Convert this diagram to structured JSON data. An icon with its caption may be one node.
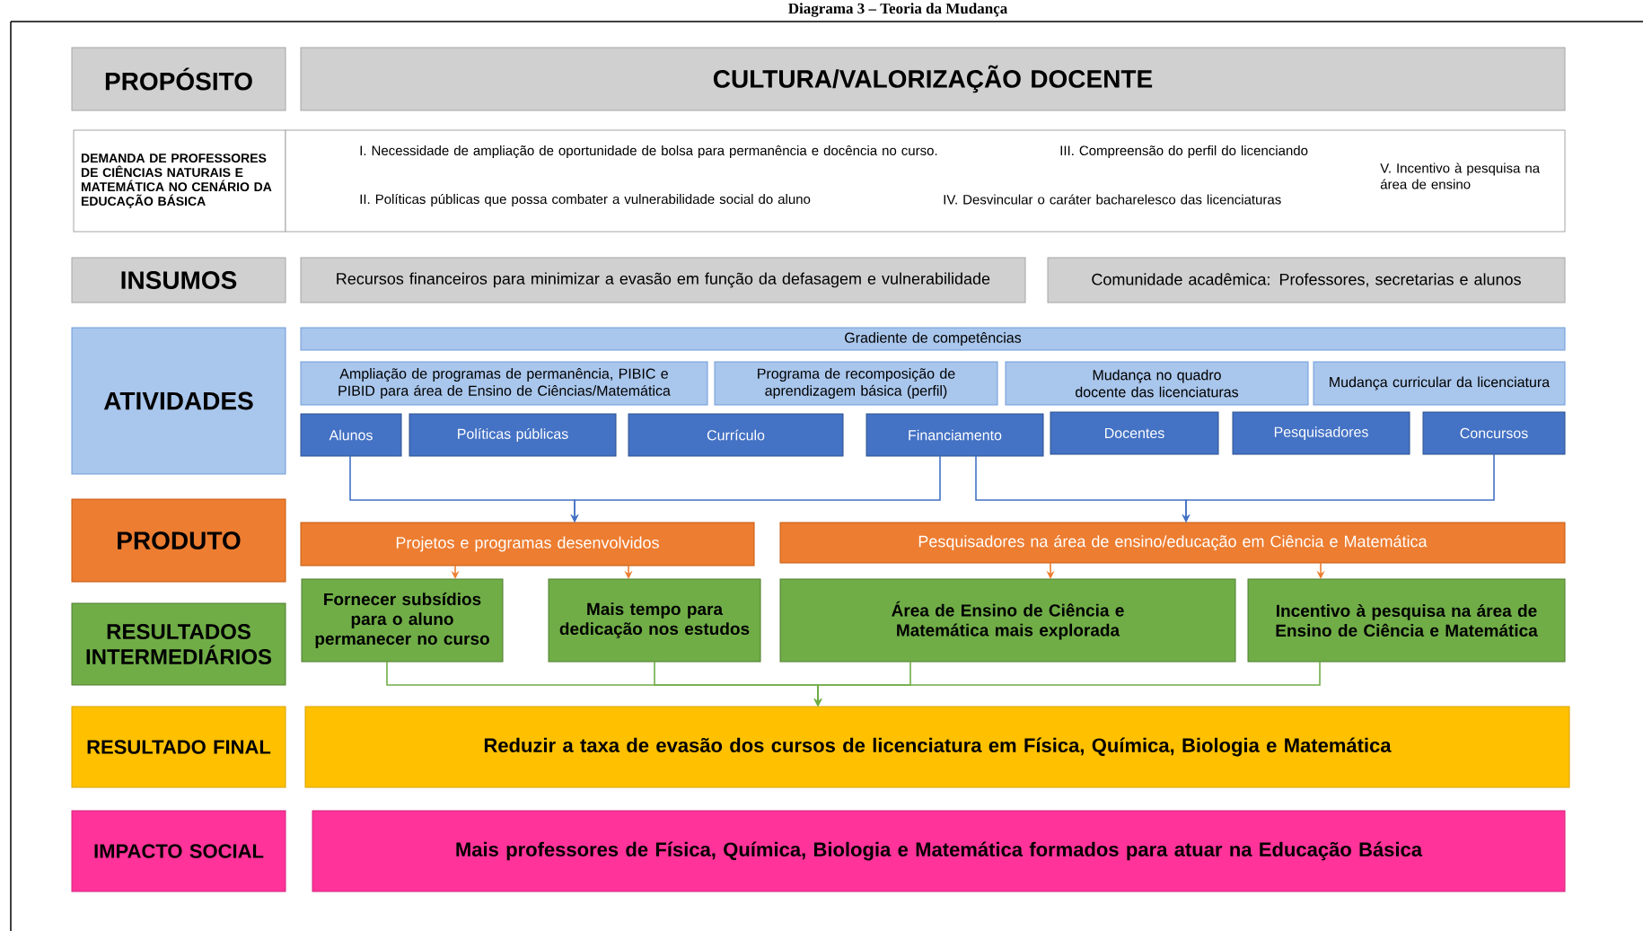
{
  "diagram": {
    "title": "Diagrama 3 – Teoria da Mudança",
    "nodes": [
      {
        "text": [
          "PROPÓSITO"
        ]
      },
      {
        "text": [
          "CULTURA/VALORIZAÇÃO DOCENTE"
        ]
      },
      {
        "text": [
          "DEMANDA DE PROFESSORES DE CIÊNCIAS NATURAIS E MATEMÁTICA NO CENÁRIO DA EDUCAÇÃO BÁSICA"
        ]
      },
      {
        "text": [
          "I. Necessidade de ampliação de oportunidade de bolsa para permanência e docência no curso.",
          "II. Políticas públicas que possa combater a vulnerabilidade social do aluno",
          "III. Compreensão do perfil do licenciando",
          "IV. Desvincular o caráter bacharelesco das licenciaturas",
          "V. Incentivo à pesquisa na área de ensino"
        ]
      },
      {
        "text": [
          "INSUMOS"
        ]
      },
      {
        "text": [
          "Recursos financeiros para minimizar a evasão em função da defasagem e vulnerabilidade"
        ]
      },
      {
        "text": [
          "Comunidade acadêmica: Professores, secretarias e alunos"
        ]
      },
      {
        "text": [
          "ATIVIDADES"
        ]
      },
      {
        "text": [
          "Gradiente de competências"
        ]
      },
      {
        "text": [
          "Ampliação de programas de permanência, PIBIC e PIBID para área de Ensino de Ciências/Matemática"
        ]
      },
      {
        "text": [
          "Programa de recomposição de aprendizagem básica (perfil)"
        ]
      },
      {
        "text": [
          "Mudança no quadro docente das licenciaturas"
        ]
      },
      {
        "text": [
          "Mudança curricular da licenciatura"
        ]
      },
      {
        "text": [
          "Alunos"
        ]
      },
      {
        "text": [
          "Políticas públicas"
        ]
      },
      {
        "text": [
          "Currículo"
        ]
      },
      {
        "text": [
          "Financiamento"
        ]
      },
      {
        "text": [
          "Docentes"
        ]
      },
      {
        "text": [
          "Pesquisadores"
        ]
      },
      {
        "text": [
          "Concursos"
        ]
      },
      {
        "text": [
          "PRODUTO"
        ]
      },
      {
        "text": [
          "Projetos e programas desenvolvidos"
        ]
      },
      {
        "text": [
          "Pesquisadores na área de ensino/educação em Ciência e Matemática"
        ]
      },
      {
        "text": [
          "RESULTADOS INTERMEDIÁRIOS"
        ]
      },
      {
        "text": [
          "Fornecer subsídios para o aluno permanecer no curso"
        ]
      },
      {
        "text": [
          "Mais tempo para dedicação nos estudos"
        ]
      },
      {
        "text": [
          "Área de Ensino de Ciência e Matemática mais explorada"
        ]
      },
      {
        "text": [
          "Incentivo à pesquisa na área de Ensino de Ciência e Matemática"
        ]
      },
      {
        "text": [
          "RESULTADO FINAL"
        ]
      },
      {
        "text": [
          "Reduzir a taxa de evasão dos cursos de licenciatura em Física, Química, Biologia e Matemática"
        ]
      },
      {
        "text": [
          "IMPACTO SOCIAL"
        ]
      },
      {
        "text": [
          "Mais professores de Física, Química, Biologia e Matemática formados  para atuar na Educação Básica"
        ]
      }
    ],
    "edges": [
      {
        "from": 13,
        "to": 21,
        "arrow": "to",
        "color": "#4472c4"
      },
      {
        "from": 16,
        "to": 21,
        "arrow": "to",
        "color": "#4472c4"
      },
      {
        "from": 16,
        "to": 22,
        "arrow": "to",
        "color": "#4472c4"
      },
      {
        "from": 19,
        "to": 22,
        "arrow": "to",
        "color": "#4472c4"
      },
      {
        "from": 21,
        "to": 24,
        "arrow": "to",
        "color": "#ed7d31"
      },
      {
        "from": 21,
        "to": 25,
        "arrow": "to",
        "color": "#ed7d31"
      },
      {
        "from": 22,
        "to": 26,
        "arrow": "to",
        "color": "#ed7d31"
      },
      {
        "from": 22,
        "to": 27,
        "arrow": "to",
        "color": "#ed7d31"
      },
      {
        "from": 24,
        "to": 29,
        "arrow": "to",
        "color": "#70ad47"
      },
      {
        "from": 25,
        "to": 29,
        "arrow": "to",
        "color": "#70ad47"
      },
      {
        "from": 26,
        "to": 29,
        "arrow": "to",
        "color": "#70ad47"
      },
      {
        "from": 27,
        "to": 29,
        "arrow": "to",
        "color": "#70ad47"
      }
    ]
  }
}
